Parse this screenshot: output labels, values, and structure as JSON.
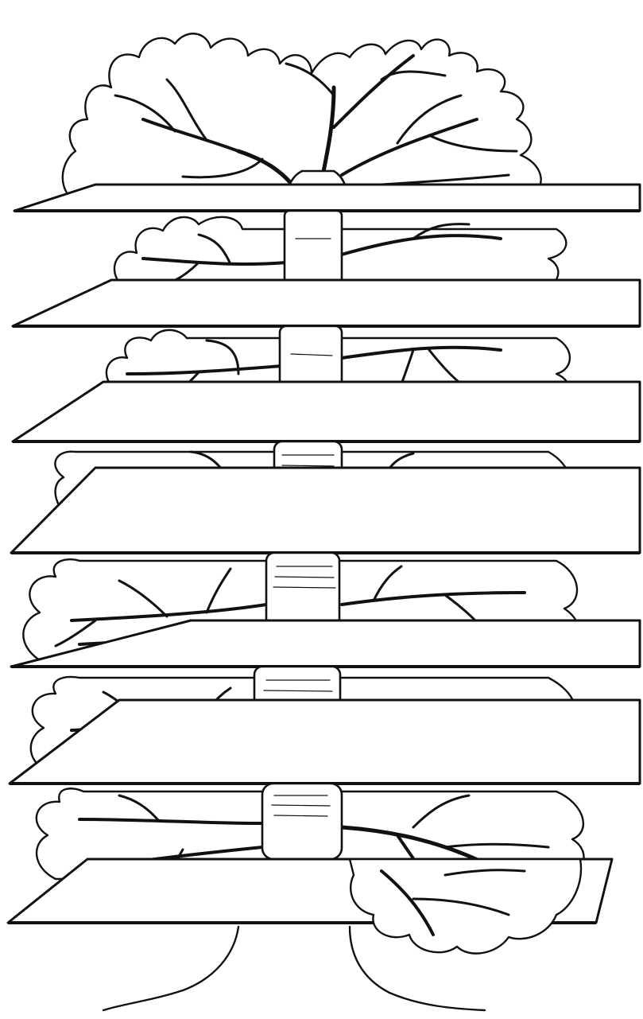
{
  "illustration": {
    "subject": "tree-cut-by-horizontal-planes",
    "colors": {
      "ink": "#111111",
      "paper": "#ffffff"
    },
    "slices": [
      {
        "index": 1
      },
      {
        "index": 2
      },
      {
        "index": 3
      },
      {
        "index": 4
      },
      {
        "index": 5
      },
      {
        "index": 6
      },
      {
        "index": 7
      }
    ]
  }
}
